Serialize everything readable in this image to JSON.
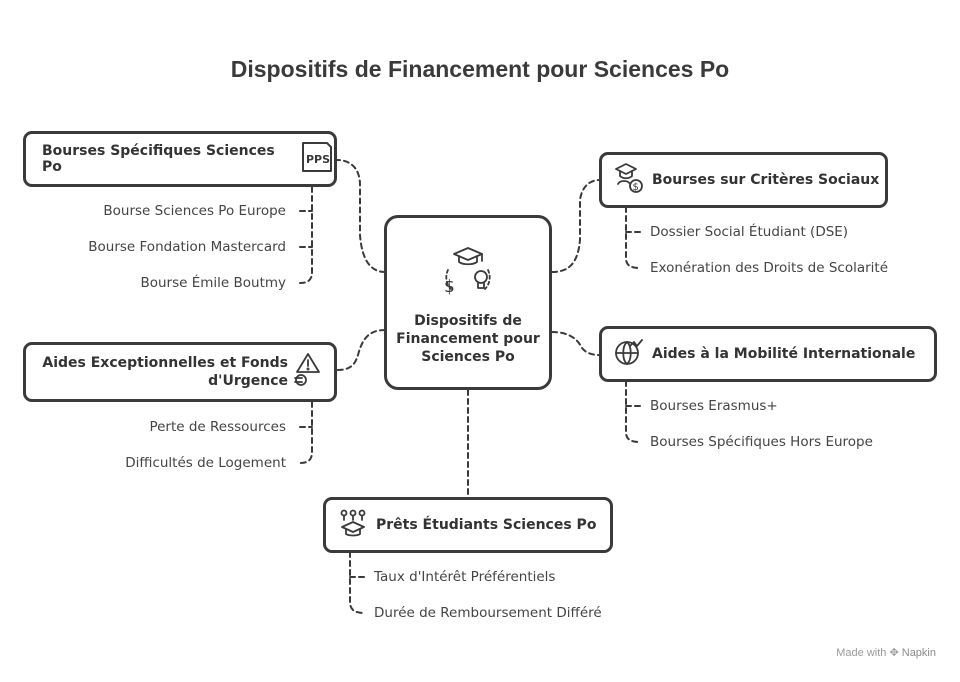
{
  "title": "Dispositifs de Financement pour Sciences Po",
  "center": {
    "label": "Dispositifs de Financement pour Sciences Po",
    "icon": "graduation-money-idea-icon"
  },
  "branches": {
    "bourses_specifiques": {
      "label": "Bourses Spécifiques Sciences Po",
      "icon": "pps-document-icon",
      "icon_text": "PPS",
      "items": [
        "Bourse Sciences Po Europe",
        "Bourse Fondation Mastercard",
        "Bourse Émile Boutmy"
      ]
    },
    "aides_exceptionnelles": {
      "label_line1": "Aides Exceptionnelles et Fonds",
      "label_line2": "d'Urgence",
      "icon": "warning-euro-icon",
      "items": [
        "Perte de Ressources",
        "Difficultés de Logement"
      ]
    },
    "criteres_sociaux": {
      "label": "Bourses sur Critères Sociaux",
      "icon": "graduate-dollar-icon",
      "items": [
        "Dossier Social Étudiant (DSE)",
        "Exonération des Droits de Scolarité"
      ]
    },
    "mobilite": {
      "label": "Aides à la Mobilité Internationale",
      "icon": "globe-chart-icon",
      "items": [
        "Bourses Erasmus+",
        "Bourses Spécifiques Hors Europe"
      ]
    },
    "prets": {
      "label": "Prêts Étudiants Sciences Po",
      "icon": "graduate-growth-icon",
      "items": [
        "Taux d'Intérêt Préférentiels",
        "Durée de Remboursement Différé"
      ]
    }
  },
  "footer": {
    "made_with": "Made with",
    "brand": "Napkin"
  },
  "colors": {
    "stroke": "#3a3a3a",
    "text": "#333333",
    "footer": "#9a9a9a"
  }
}
